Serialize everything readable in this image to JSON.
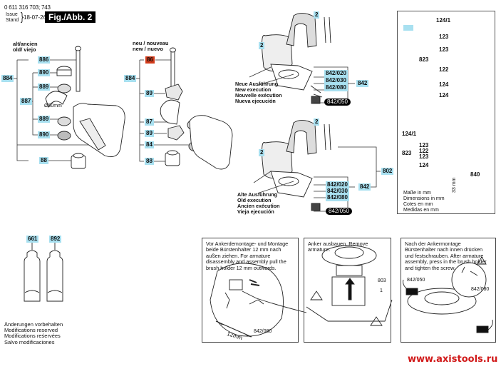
{
  "header": {
    "part_numbers": "0 611 316 703; 743",
    "issue_label": "Issue",
    "stand_label": "Stand",
    "date": "18-07-26",
    "figure_label": "Fig./Abb. 2"
  },
  "handle_old": {
    "caption_line1": "alt/ancien",
    "caption_line2": "old/ viejo",
    "labels": {
      "group": "884",
      "bolt": "886",
      "nut_top": "890",
      "clamp_top": "889",
      "clamp_group": "887",
      "clamp_bottom": "889",
      "nut_bottom": "890",
      "knob": "88",
      "diameter": "Ø50mm"
    }
  },
  "handle_new": {
    "caption_line1": "neu / nouveau",
    "caption_line2": "new / nuevo",
    "labels": {
      "group": "884",
      "bolt": "86",
      "clamp_top": "89",
      "band": "87",
      "clamp_bottom": "89",
      "handle": "84",
      "knob": "88"
    }
  },
  "field_new": {
    "coil_label_a": "2",
    "coil_label_b": "2",
    "caption": [
      "Neue Ausführung",
      "New execution",
      "Nouvelle exécution",
      "Nueva ejecución"
    ],
    "brush_parts": [
      "842/020",
      "842/030",
      "842/080"
    ],
    "brush_oval": "842/050",
    "brush_group": "842"
  },
  "field_old": {
    "coil_label_a": "2",
    "coil_label_b": "2",
    "caption": [
      "Alte Ausführung",
      "Old execution",
      "Ancien exécution",
      "Vieja ejecución"
    ],
    "brush_parts": [
      "842/020",
      "842/030",
      "842/080"
    ],
    "brush_oval": "842/050",
    "brush_group": "842",
    "assembly": "802"
  },
  "bearing_panel": {
    "exploded": {
      "washer_top": "124/1",
      "needle_1": "123",
      "needle_2": "123",
      "sleeve": "122",
      "washer_1": "124",
      "washer_2": "124",
      "group": "823"
    },
    "section": {
      "washer_top": "124/1",
      "needle_1": "123",
      "sleeve": "122",
      "needle_2": "123",
      "washer": "124",
      "group": "823",
      "housing": "840",
      "dimension": "33 mm"
    },
    "units_note": [
      "Maße in mm",
      "Dimensions in mm",
      "Cotes en mm",
      "Medidas en mm"
    ]
  },
  "grease_tubes": {
    "labels": [
      "661",
      "892"
    ]
  },
  "footer_note": [
    "Änderungen vorbehalten",
    "Modifications reserved",
    "Modifications reśervées",
    "Salvo modificaciones"
  ],
  "instructions": [
    {
      "text": "Vor Ankerdemontage- und Montage beide Bürstenhalter 12 mm nach außen ziehen. For armature disassembly and assembly pull the brush holder 12 mm outwards.",
      "labels": [
        "12mm",
        "842/080"
      ]
    },
    {
      "text": "Anker ausbauen. Remove armature.",
      "labels": [
        "803",
        "1"
      ]
    },
    {
      "text": "Nach der Ankermontage Bürstenhalter nach innen drücken und festschrauben. After armature assembly, press in the brush holder and tighten the screw.",
      "labels": [
        "842/050",
        "842/080"
      ]
    }
  ],
  "watermark": "www.axistools.ru",
  "colors": {
    "tag_bg": "#a8e0f0",
    "tag_red": "#d23a1a",
    "watermark": "#d11a1a"
  }
}
